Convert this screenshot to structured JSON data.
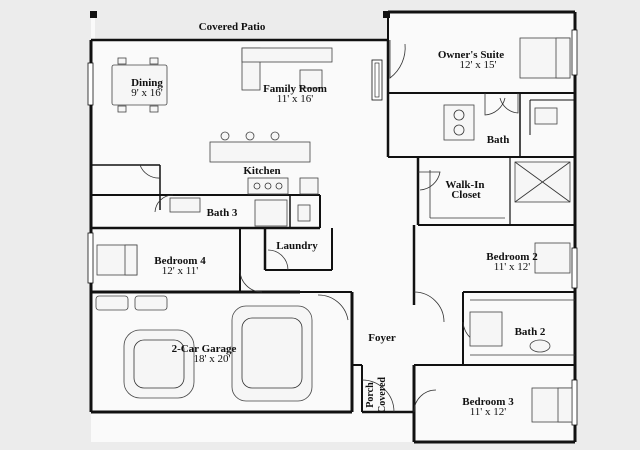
{
  "rooms": {
    "covered_patio": {
      "label": "Covered Patio"
    },
    "dining": {
      "label": "Dining",
      "dims": "9' x 16'"
    },
    "family_room": {
      "label": "Family Room",
      "dims": "11' x 16'"
    },
    "owners_suite": {
      "label": "Owner's Suite",
      "dims": "12' x 15'"
    },
    "bath_owner": {
      "label": "Bath"
    },
    "kitchen": {
      "label": "Kitchen"
    },
    "walk_in_closet": {
      "label_line1": "Walk-In",
      "label_line2": "Closet"
    },
    "bath3": {
      "label": "Bath 3"
    },
    "laundry": {
      "label": "Laundry"
    },
    "bedroom4": {
      "label": "Bedroom 4",
      "dims": "12' x 11'"
    },
    "bedroom2": {
      "label": "Bedroom 2",
      "dims": "11' x 12'"
    },
    "bath2": {
      "label": "Bath 2"
    },
    "garage": {
      "label": "2-Car Garage",
      "dims": "18' x 20'"
    },
    "foyer": {
      "label": "Foyer"
    },
    "porch": {
      "label_line1": "Porch",
      "label_line2": "Covered"
    },
    "bedroom3": {
      "label": "Bedroom 3",
      "dims": "11' x 12'"
    }
  },
  "colors": {
    "background": "#ececec",
    "wall": "#111111",
    "floor": "#fafafa"
  }
}
